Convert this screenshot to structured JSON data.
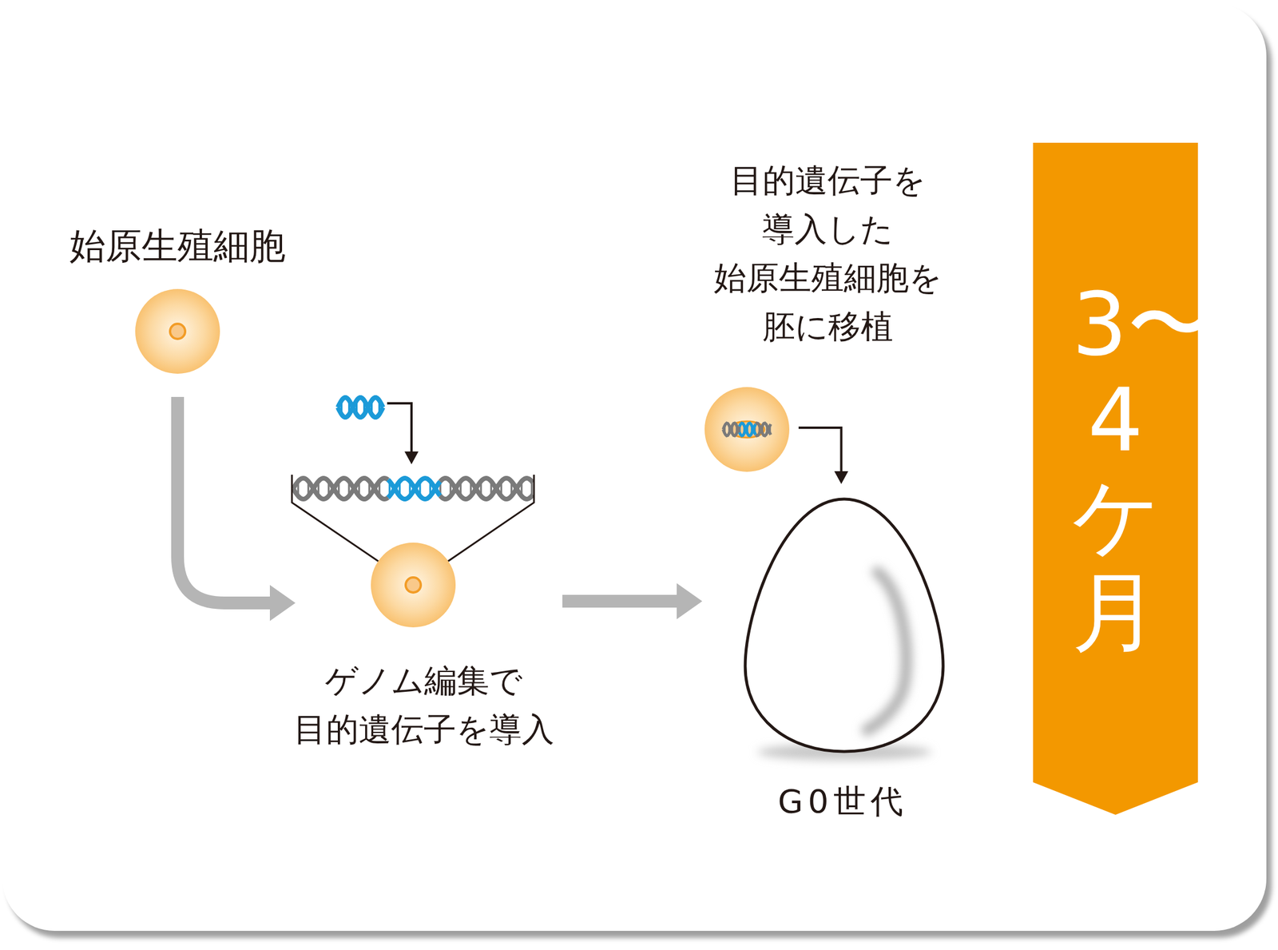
{
  "diagram": {
    "nodes": [
      {
        "text": [
          "始原生殖細胞"
        ]
      },
      {
        "text": [
          "ゲノム編集で 目的遺伝子を導入"
        ]
      },
      {
        "text": [
          "目的遺伝子を 導入した 始原生殖細胞を 胚に移植"
        ]
      },
      {
        "text": [
          "G0世代"
        ]
      },
      {
        "text": [
          "3〜4ケ月"
        ]
      }
    ],
    "edges": [
      {
        "from": 0,
        "to": 1,
        "arrow": "to"
      },
      {
        "from": 1,
        "to": 3,
        "arrow": "to"
      },
      {
        "from": 2,
        "to": 3,
        "arrow": "to"
      }
    ]
  }
}
